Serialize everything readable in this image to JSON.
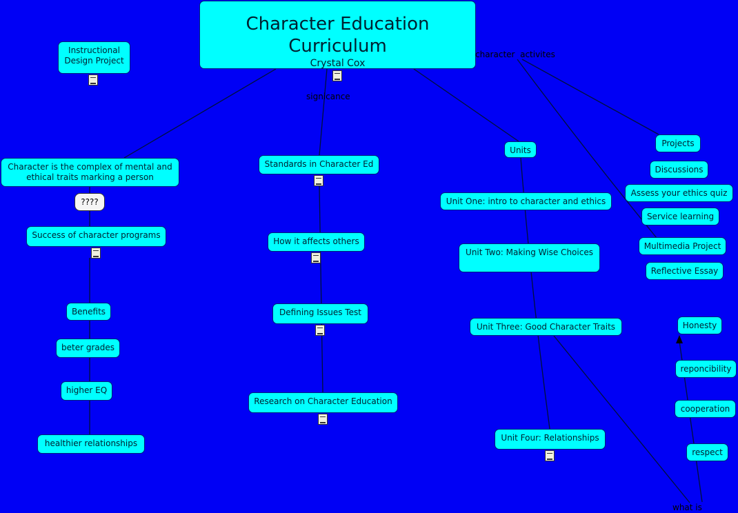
{
  "title": {
    "main": "Character Education Curriculum",
    "author": "Crystal Cox"
  },
  "link_labels": {
    "significance": "signicance",
    "activities": "character  activites",
    "what_is": "what is"
  },
  "nodes": {
    "instructional": "Instructional Design Project",
    "character_def": "Character is the complex of mental and ethical traits marking a person",
    "question_bubble": "????",
    "success": "Success of character programs",
    "benefits": "Benefits",
    "grades": "beter grades",
    "eq": "higher EQ",
    "relationships": "healthier relationships",
    "standards": "Standards in Character Ed",
    "affects": "How it affects others",
    "dit": "Defining Issues Test",
    "research": "Research on Character Education",
    "units": "Units",
    "unit1": "Unit One: intro to character and ethics",
    "unit2": "Unit Two: Making Wise Choices",
    "unit3": "Unit Three: Good Character Traits",
    "unit4": "Unit Four: Relationships",
    "projects": "Projects",
    "discussions": "Discussions",
    "assess": "Assess your ethics quiz",
    "service": "Service learning",
    "multimedia": "Multimedia Project",
    "essay": "Reflective Essay",
    "honesty": "Honesty",
    "responsibility": "reponcibility",
    "cooperation": "cooperation",
    "respect": "respect"
  },
  "colors": {
    "background": "#0000f5",
    "node": "#00ffff"
  }
}
